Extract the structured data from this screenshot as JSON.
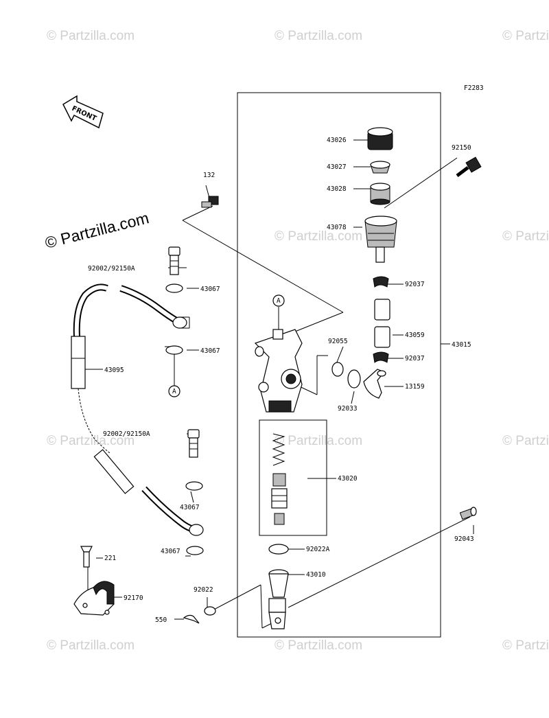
{
  "diagram": {
    "figure_code": "F2283",
    "front_arrow_text": "FRONT",
    "ref_mark": "A",
    "main_watermark": "© Partzilla.com",
    "watermark_text": "© Partzilla.com",
    "labels": {
      "p43026": "43026",
      "p43027": "43027",
      "p43028": "43028",
      "p43078": "43078",
      "p92150": "92150",
      "p132": "132",
      "p92002a": "92002/92150A",
      "p43067a": "43067",
      "p43067b": "43067",
      "p43095": "43095",
      "p92037a": "92037",
      "p43059": "43059",
      "p92037b": "92037",
      "p43015": "43015",
      "p92055": "92055",
      "p13159": "13159",
      "p92033": "92033",
      "p92002b": "92002/92150A",
      "p43020": "43020",
      "p43067c": "43067",
      "p43067d": "43067",
      "p92022a": "92022A",
      "p92043": "92043",
      "p221": "221",
      "p43010": "43010",
      "p92170": "92170",
      "p92022": "92022",
      "p550": "550"
    }
  }
}
